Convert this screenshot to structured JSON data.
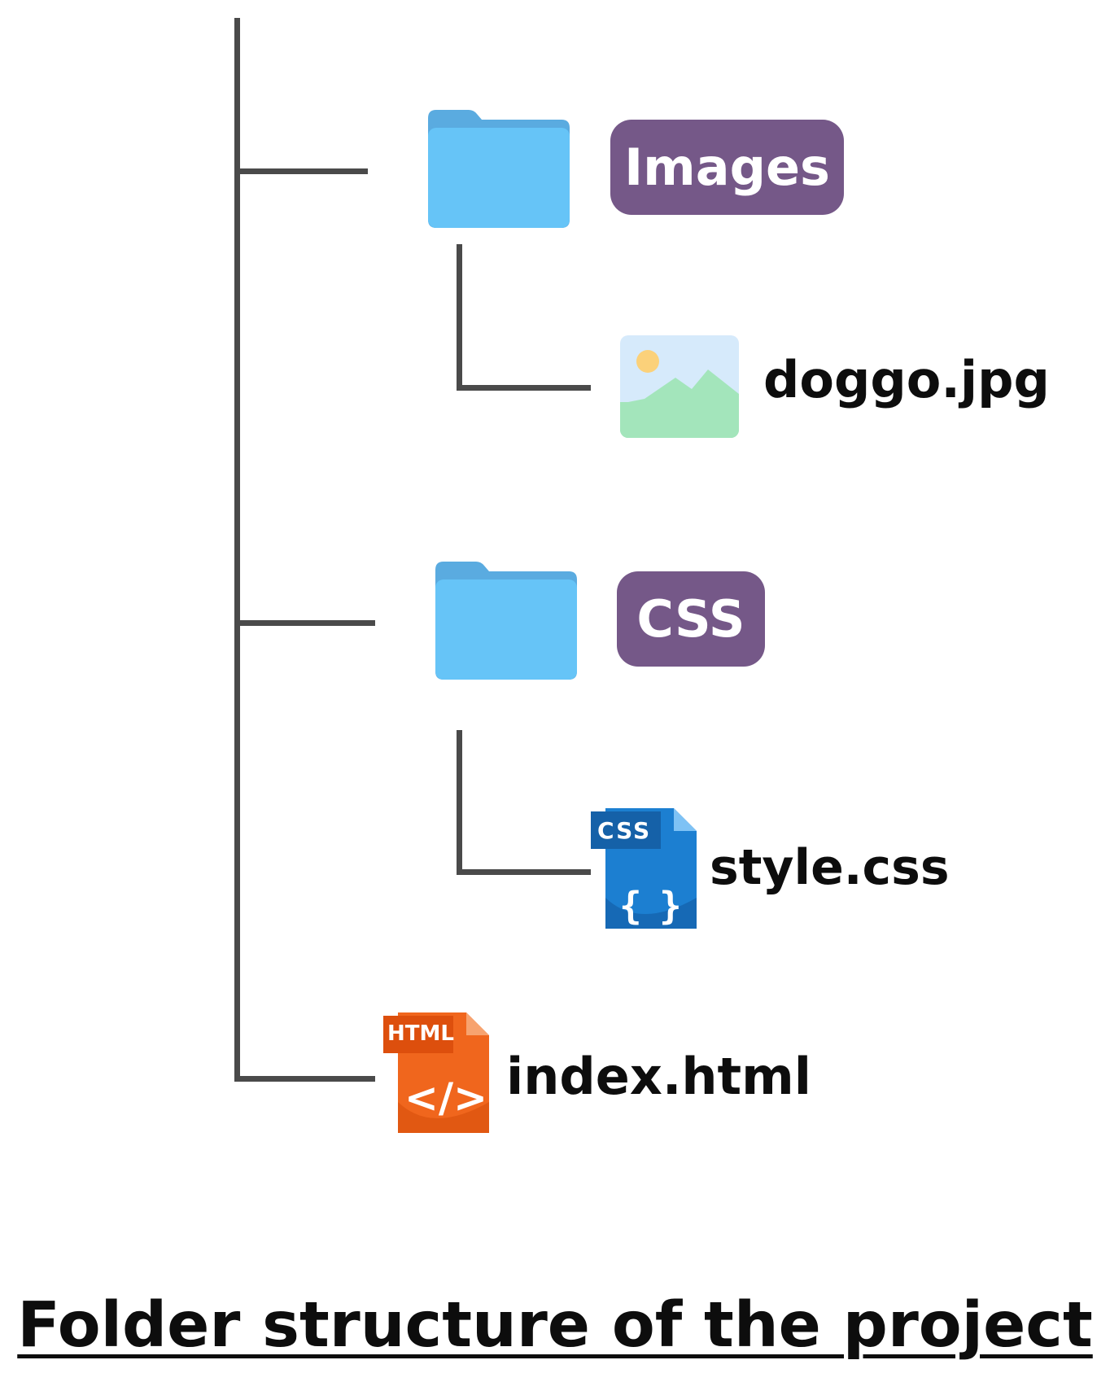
{
  "tree": {
    "folders": [
      {
        "name": "Images",
        "child": "doggo.jpg"
      },
      {
        "name": "CSS",
        "child": "style.css"
      }
    ],
    "root_file": "index.html"
  },
  "icons": {
    "folder": "folder-icon",
    "image": "image-file-icon",
    "css": "css-file-icon",
    "html": "html-file-icon",
    "css_badge": "CSS",
    "html_badge": "HTML"
  },
  "colors": {
    "line": "#4a4a4a",
    "folder_tab": "#5aabe0",
    "folder_body": "#66c4f7",
    "pill": "#755888",
    "css_icon": "#1c7fd1",
    "html_icon": "#f0661d"
  },
  "caption": "Folder structure of the project"
}
